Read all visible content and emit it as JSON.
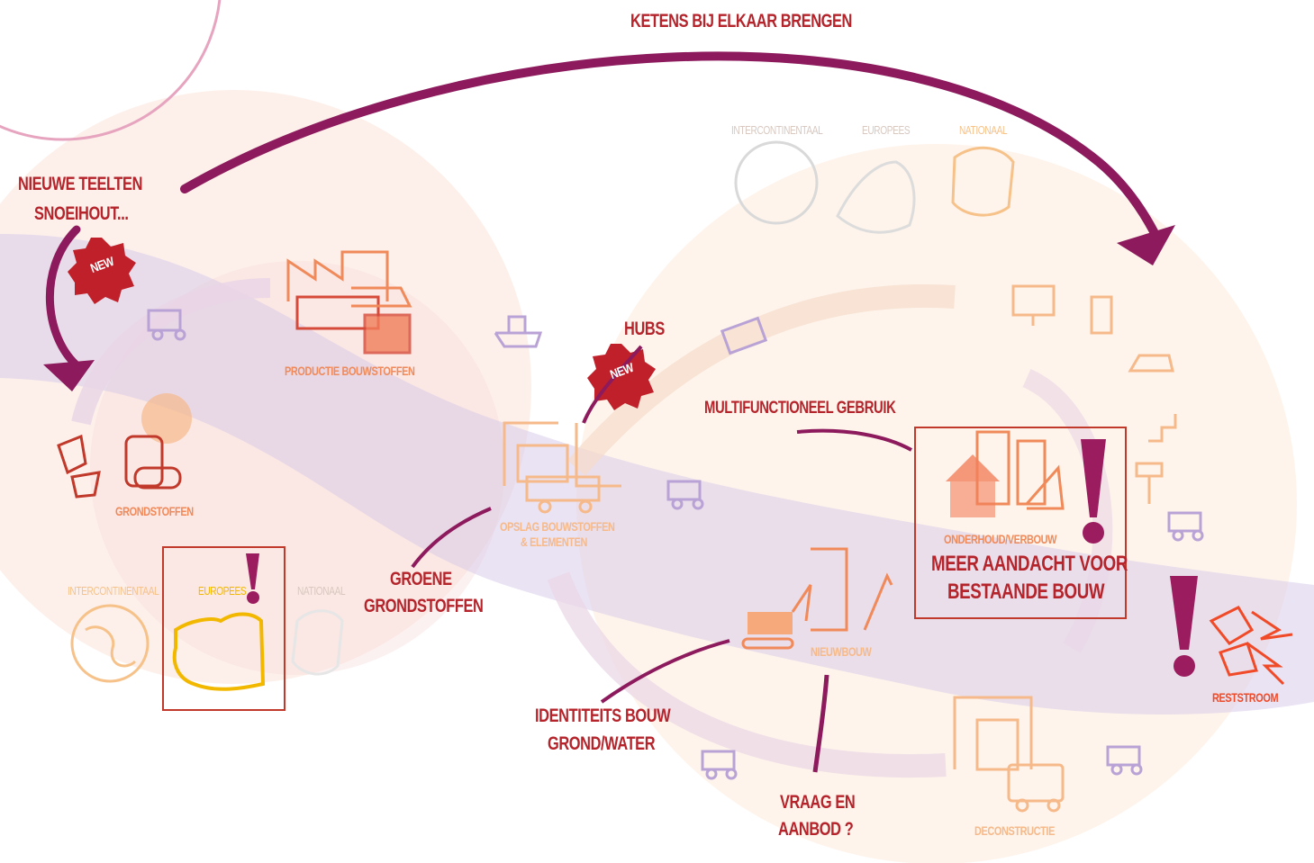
{
  "top_arrow_label": "KETENS BIJ ELKAAR BRENGEN",
  "new_crops": [
    "NIEUWE TEELTEN",
    "SNOEIHOUT..."
  ],
  "badge_new": "NEW",
  "stages": {
    "grondstoffen": "GRONDSTOFFEN",
    "productie": "PRODUCTIE BOUWSTOFFEN",
    "opslag": [
      "OPSLAG BOUWSTOFFEN",
      "& ELEMENTEN"
    ],
    "nieuwbouw": "NIEUWBOUW",
    "onderhoud": "ONDERHOUD/VERBOUW",
    "reststroom": "RESTSTROOM",
    "deconstructie": "DECONSTRUCTIE"
  },
  "scales_left": {
    "intercontinentaal": "INTERCONTINENTAAL",
    "europees": "EUROPEES",
    "nationaal": "NATIONAAL"
  },
  "scales_top": {
    "intercontinentaal": "INTERCONTINENTAAL",
    "europees": "EUROPEES",
    "nationaal": "NATIONAAL"
  },
  "annotations": {
    "hubs": "HUBS",
    "multifunctioneel": "MULTIFUNCTIONEEL GEBRUIK",
    "meer_aandacht": [
      "MEER AANDACHT VOOR",
      "BESTAANDE BOUW"
    ],
    "groene": [
      "GROENE",
      "GRONDSTOFFEN"
    ],
    "identiteits": [
      "IDENTITEITS BOUW",
      "GROND/WATER"
    ],
    "vraag": [
      "VRAAG EN",
      "AANBOD ?"
    ]
  },
  "colors": {
    "red": "#b5232b",
    "plum": "#8c1a5c",
    "orange": "#f08a5a",
    "pink": "#e8a0b8",
    "lavender": "#b9a3d6",
    "badge": "#c0202a"
  }
}
